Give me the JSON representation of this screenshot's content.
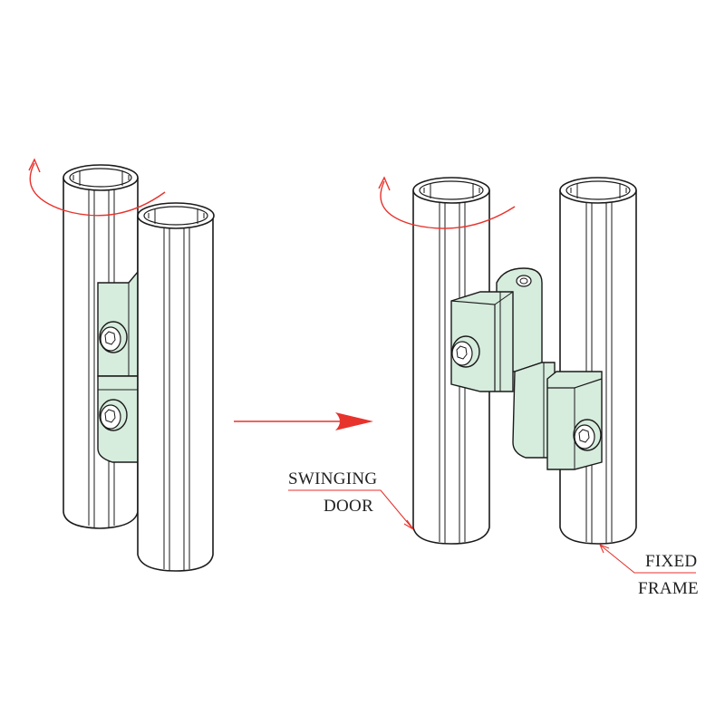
{
  "labels": {
    "swinging": "SWINGING",
    "door": "DOOR",
    "fixed": "FIXED",
    "frame": "FRAME"
  },
  "colors": {
    "hinge_fill": "#d6ecdd",
    "hinge_fill_dark": "#bfdcc9",
    "outline": "#1a1a1a",
    "rotation_arrow": "#e8322c",
    "transition_arrow": "#e8322c",
    "leader_line": "#e8322c"
  },
  "icons": {
    "rotation": "curved-rotation-arrow-icon",
    "transition": "right-arrow-icon",
    "screw": "hex-socket-screw-icon"
  }
}
